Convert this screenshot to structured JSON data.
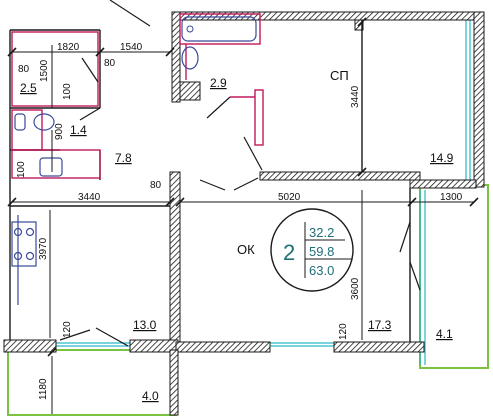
{
  "plan": {
    "dimensions": {
      "d1820": "1820",
      "d1540": "1540",
      "d80a": "80",
      "d80b": "80",
      "d1500": "1500",
      "d100": "100",
      "d900": "900",
      "d100b": "100",
      "d3440h": "3440",
      "d3440v": "3440",
      "d80c": "80",
      "d5020": "5020",
      "d1300": "1300",
      "d3970": "3970",
      "d3600": "3600",
      "d120": "120",
      "d120b": "120",
      "d1180": "1180"
    },
    "areas": {
      "a25": "2.5",
      "a14": "1.4",
      "a78": "7.8",
      "a29": "2.9",
      "a149": "14.9",
      "a130": "13.0",
      "a173": "17.3",
      "a41": "4.1",
      "a40": "4.0"
    },
    "labels": {
      "sp": "СП",
      "ok": "ОК"
    },
    "summary": {
      "rooms": "2",
      "living": "32.2",
      "total": "59.8",
      "total_with_balcony": "63.0"
    },
    "colors": {
      "wall": "#1a1a1a",
      "fixture": "#c2185b",
      "window": "#29b6c6",
      "balcony": "#7cc242",
      "furniture": "#3a4a9a"
    }
  }
}
